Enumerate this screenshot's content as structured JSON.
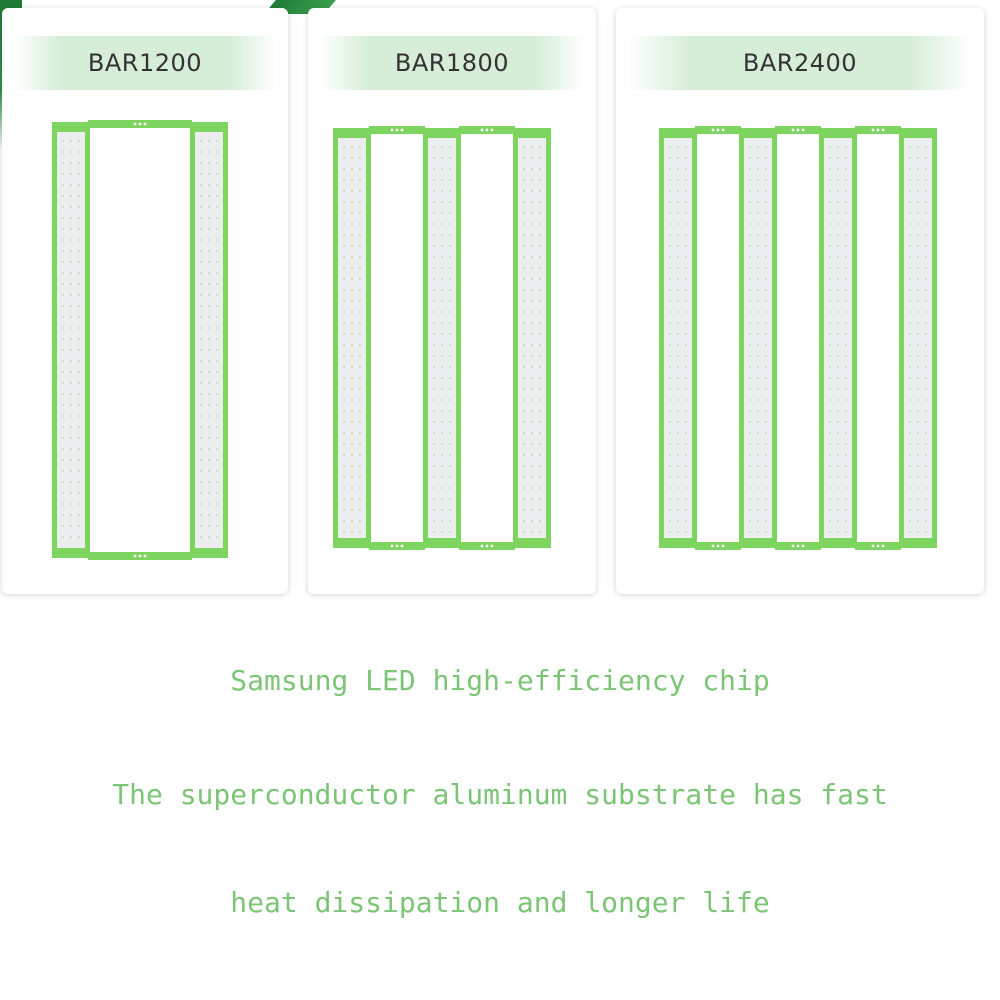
{
  "accent_color": "#7cc576",
  "frame_color": "#7dd55f",
  "products": [
    {
      "name": "BAR1200",
      "bars": 2
    },
    {
      "name": "BAR1800",
      "bars": 3
    },
    {
      "name": "BAR2400",
      "bars": 4
    }
  ],
  "captions": {
    "line1": "Samsung LED high-efficiency chip",
    "line2": "The superconductor aluminum substrate has fast",
    "line3": "heat dissipation and longer life"
  }
}
